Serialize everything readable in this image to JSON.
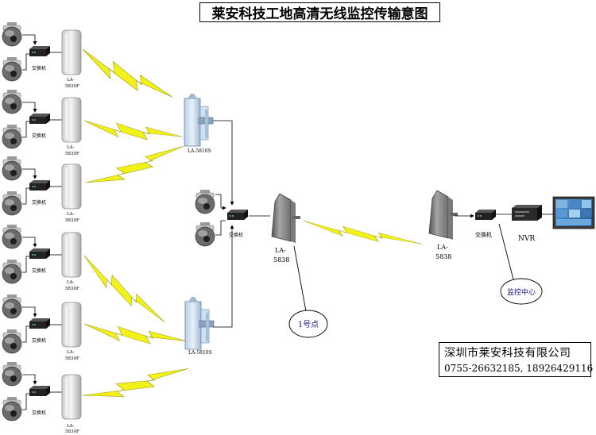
{
  "title": "莱安科技工地高清无线监控传输意图",
  "labels": {
    "switch": "交换机",
    "cpe_line1": "LA-",
    "cpe_line2": "5830F",
    "hub_top": "LA-5810S",
    "hub_bottom": "LA-5810S",
    "link_a_line1": "LA-",
    "link_a_line2": "5838",
    "link_b_line1": "LA-",
    "link_b_line2": "5838",
    "nvr": "NVR",
    "point1": "1号点",
    "monitor_center": "监控中心"
  },
  "company": {
    "name": "深圳市莱安科技有限公司",
    "phone": "0755-26632185, 18926429116"
  },
  "colors": {
    "link": "#f2f21a",
    "link_stroke": "#9a9a00",
    "line": "#000000",
    "ellipse_text": "#1a1a8c"
  }
}
